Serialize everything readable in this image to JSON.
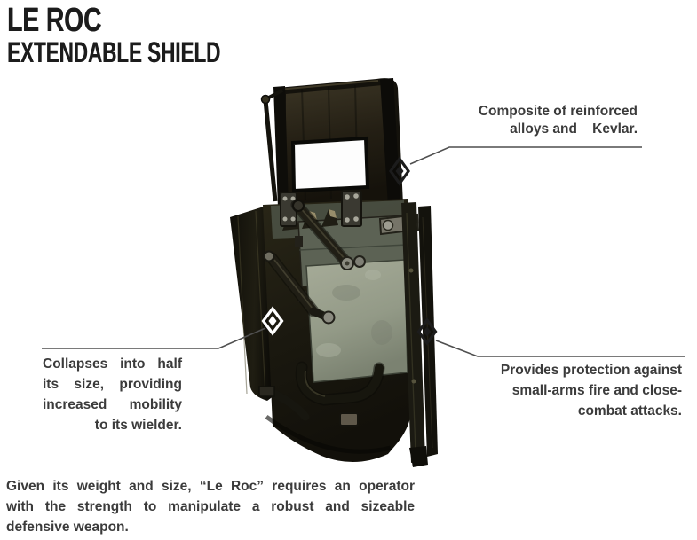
{
  "title": {
    "line1": "LE ROC",
    "line2": "EXTENDABLE SHIELD"
  },
  "callouts": {
    "composite": {
      "lines": [
        "Composite of reinforced",
        "alloys and    Kevlar."
      ]
    },
    "collapses": {
      "lines": [
        "Collapses into half",
        "its size, providing",
        "increased mobility",
        "to its wielder."
      ]
    },
    "protection": {
      "lines": [
        "Provides protection against",
        "small-arms fire and close-",
        "combat attacks."
      ]
    }
  },
  "footer": {
    "lines": [
      "Given its weight and size, “Le Roc” requires an operator",
      "with the strength to manipulate a robust and sizeable",
      "defensive weapon."
    ]
  },
  "illustration": {
    "alt": "Le Roc extendable ballistic shield, three-quarter photo view",
    "marker_icon": "diamond-marker-icon"
  },
  "colors": {
    "background": "#ffffff",
    "title_text": "#1c1c1c",
    "body_text": "#3b3b3b",
    "leader_line": "#4f4f4f",
    "marker_dark": "#1c1c1c",
    "marker_light": "#ffffff",
    "shield_dark": "#17150e",
    "shield_panel_light": "#9ba28f",
    "shield_panel_mid": "#5c6254"
  }
}
